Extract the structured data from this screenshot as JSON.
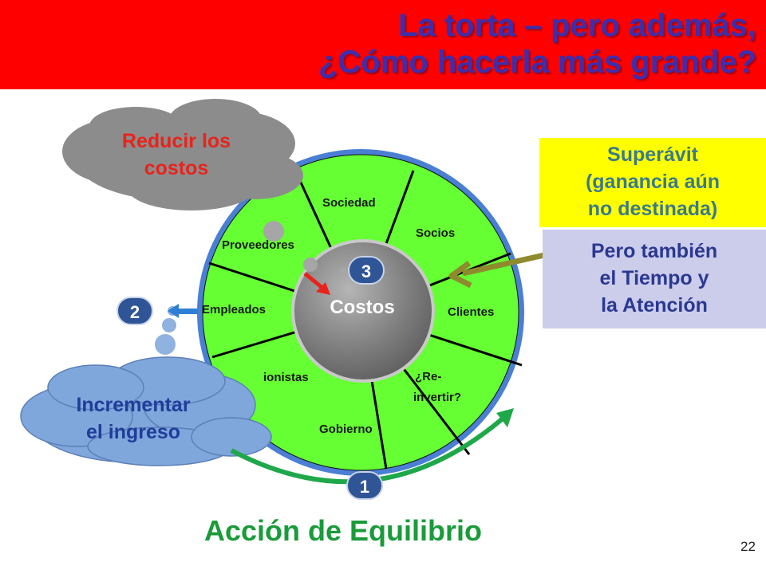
{
  "title": {
    "line1": "La torta – pero además,",
    "line2": "¿Cómo hacerla más grande?"
  },
  "pie": {
    "center_label": "Costos",
    "segments": {
      "sociedad": "Sociedad",
      "socios": "Socios",
      "proveedores": "Proveedores",
      "clientes": "Clientes",
      "empleados": "Empleados",
      "accionistas": "ionistas",
      "reinvertir_1": "¿Re-",
      "reinvertir_2": "invertir?",
      "gobierno": "Gobierno"
    }
  },
  "clouds": {
    "reduce_1": "Reducir los",
    "reduce_2": "costos",
    "increase_1": "Incrementar",
    "increase_2": "el ingreso"
  },
  "boxes": {
    "surplus_1": "Superávit",
    "surplus_2": "(ganancia aún",
    "surplus_3": "no destinada)",
    "also_1": "Pero también",
    "also_2": "el Tiempo y",
    "also_3": "la Atención"
  },
  "badges": {
    "one": "1",
    "two": "2",
    "three": "3"
  },
  "footer": {
    "title": "Acción de Equilibrio",
    "page_number": "22"
  },
  "colors": {
    "header_red": "#ff0000",
    "title_blue": "#3b2fb0",
    "pie_green": "#66ff33",
    "center_gray": "#808080",
    "cloud_gray": "#8c8c8c",
    "cloud_blue": "#7fa7dc",
    "badge_blue": "#2f5597",
    "equilibrium_green": "#1a9b3a",
    "surplus_yellow": "#ffff00",
    "attention_lavender": "#cccceb"
  },
  "icons": [
    "red-arrow-icon",
    "olive-arrow-icon",
    "blue-arrow-icon",
    "green-curved-arrow-icon"
  ]
}
